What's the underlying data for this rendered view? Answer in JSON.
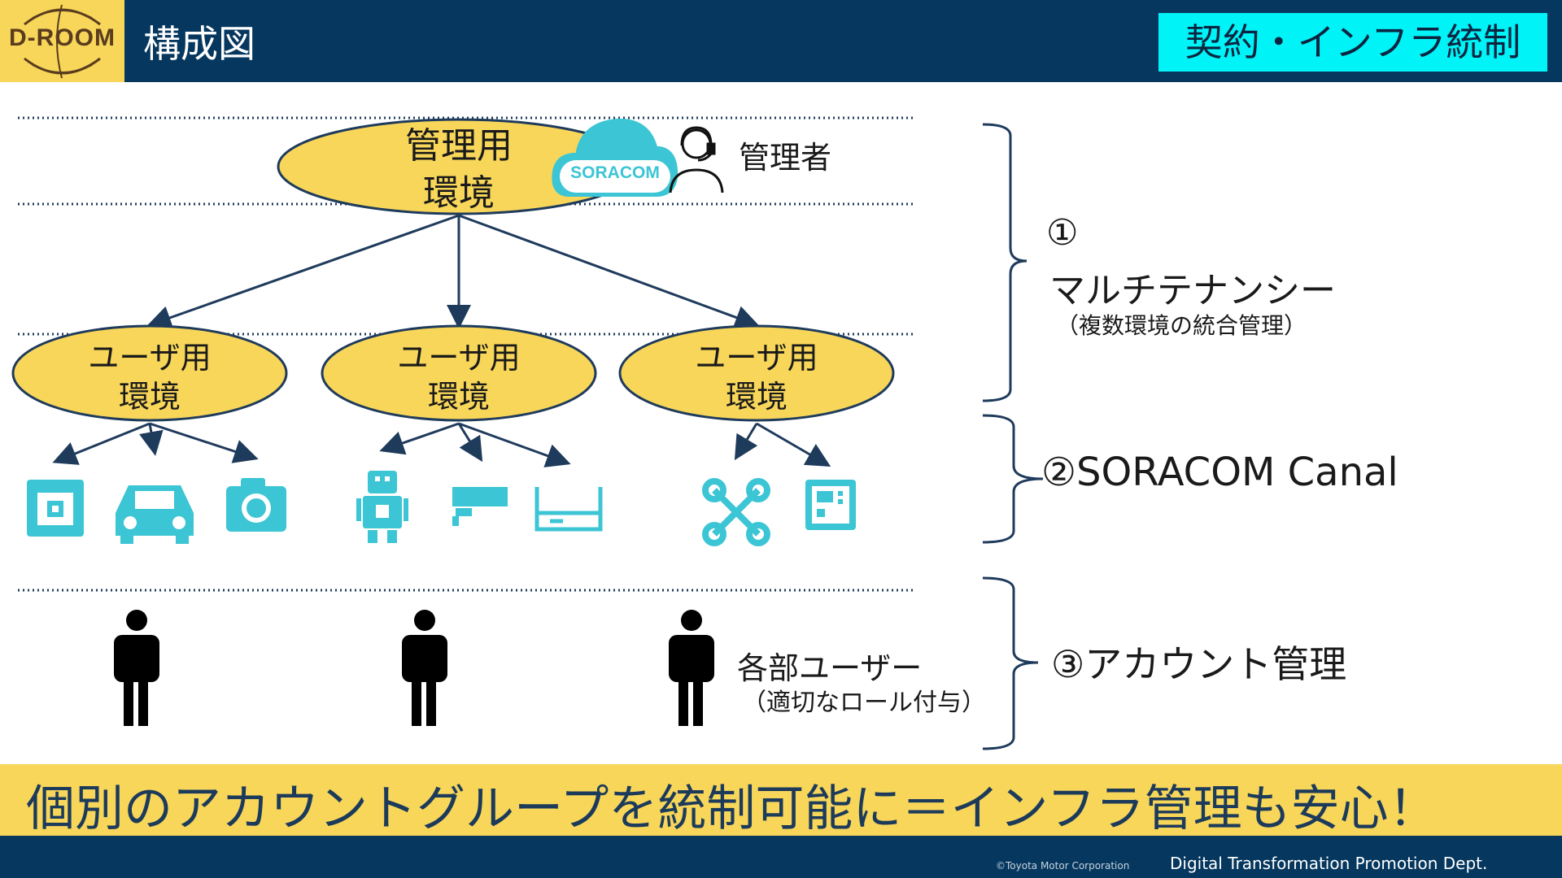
{
  "header": {
    "logo_text": "D-ROOM",
    "title": "構成図",
    "badge": "契約・インフラ統制"
  },
  "diagram": {
    "admin_env": {
      "line1": "管理用",
      "line2": "環境"
    },
    "soracom_label": "SORACOM",
    "admin_label": "管理者",
    "user_envs": [
      {
        "line1": "ユーザ用",
        "line2": "環境"
      },
      {
        "line1": "ユーザ用",
        "line2": "環境"
      },
      {
        "line1": "ユーザ用",
        "line2": "環境"
      }
    ],
    "user_group_label": "各部ユーザー",
    "user_group_sub": "（適切なロール付与）"
  },
  "sections": [
    {
      "title_line1": "①",
      "title_line2": "マルチテナンシー",
      "subtitle": "（複数環境の統合管理）"
    },
    {
      "title": "②SORACOM Canal"
    },
    {
      "title": "③アカウント管理"
    }
  ],
  "banner": "個別のアカウントグループを統制可能に＝インフラ管理も安心！",
  "footer": {
    "copyright": "©Toyota Motor Corporation",
    "dept": "Digital Transformation Promotion Dept."
  },
  "colors": {
    "navy": "#06375e",
    "yellow": "#f7d65a",
    "cyan": "#00f3f7",
    "icon_teal": "#3cc5d4",
    "arrow": "#1f3b5c"
  },
  "icons": [
    "board-icon",
    "car-icon",
    "camera-icon",
    "robot-icon",
    "security-camera-icon",
    "router-icon",
    "drone-icon",
    "gateway-icon",
    "headset-person-icon",
    "person-icon",
    "soracom-cloud-icon"
  ]
}
